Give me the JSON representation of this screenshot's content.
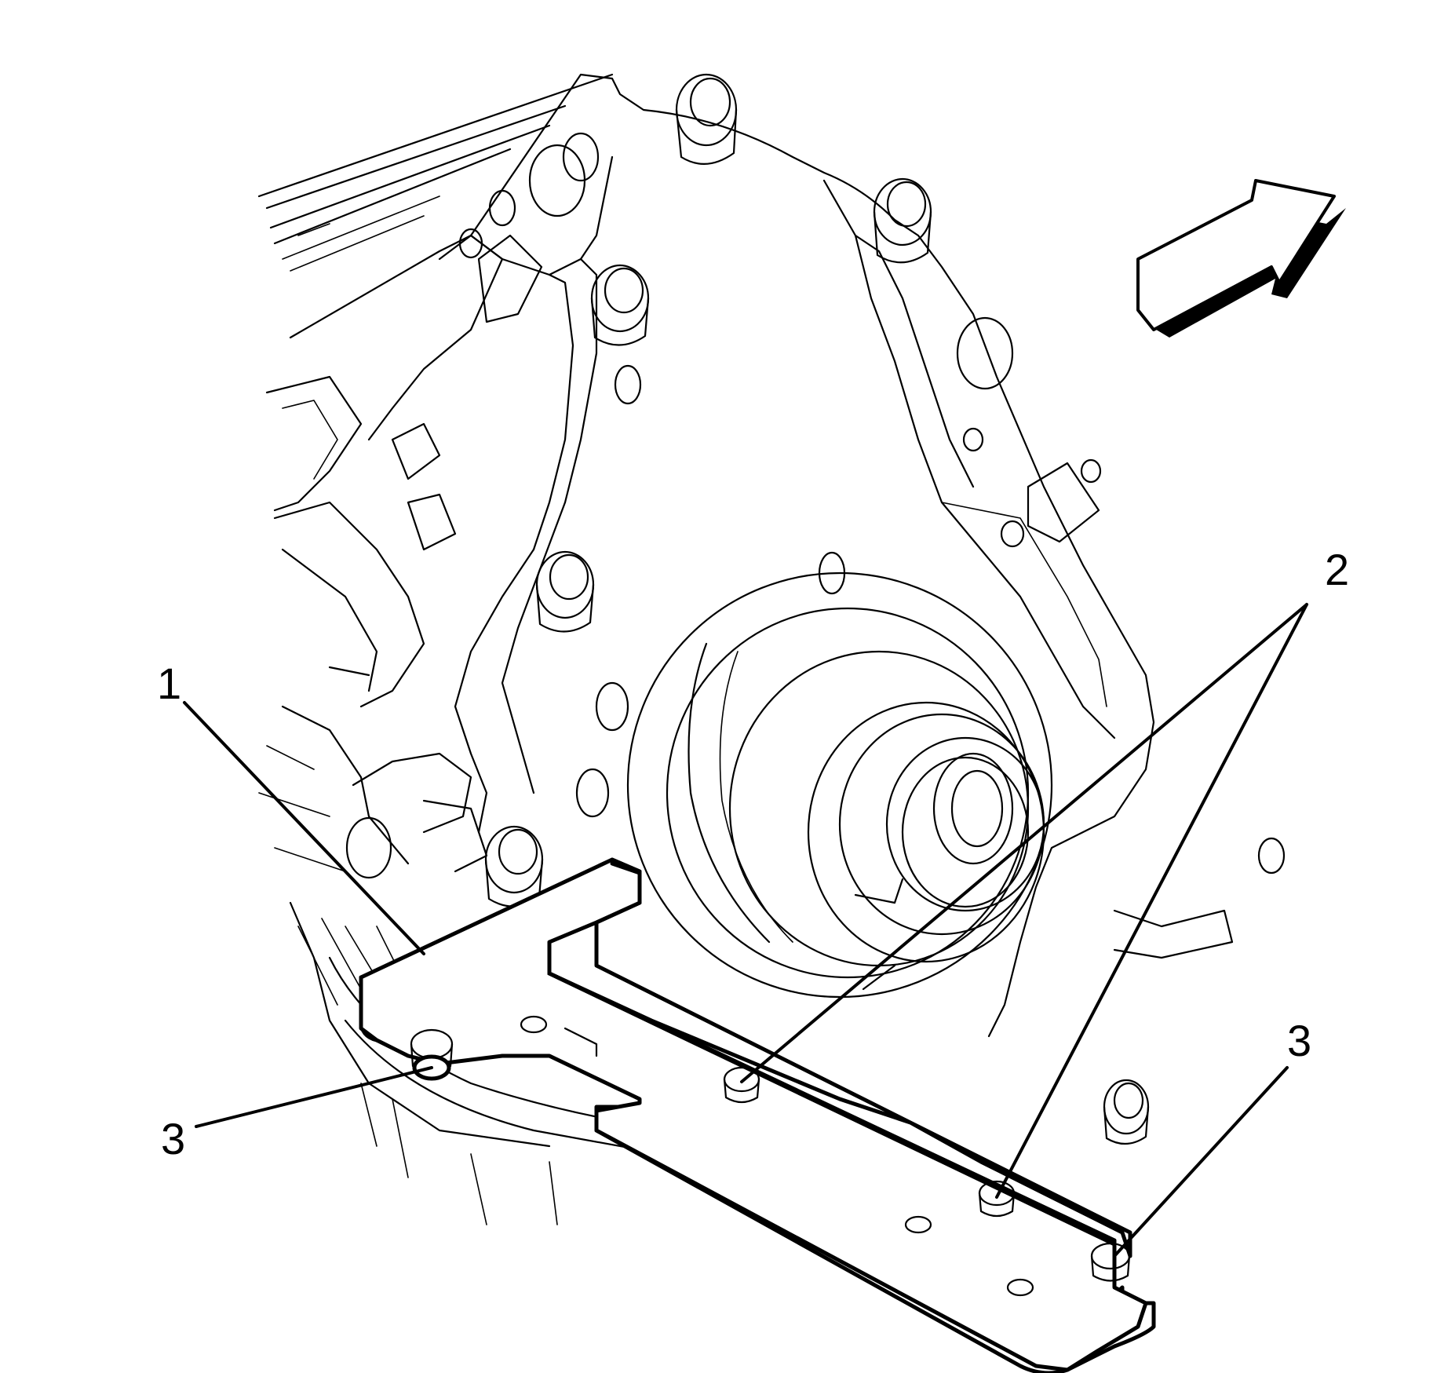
{
  "callouts": {
    "c1": "1",
    "c2": "2",
    "c3_left": "3",
    "c3_right": "3"
  },
  "colors": {
    "ink": "#000000",
    "paper": "#ffffff"
  },
  "icons": {
    "direction_arrow": "front-direction-arrow-icon"
  }
}
